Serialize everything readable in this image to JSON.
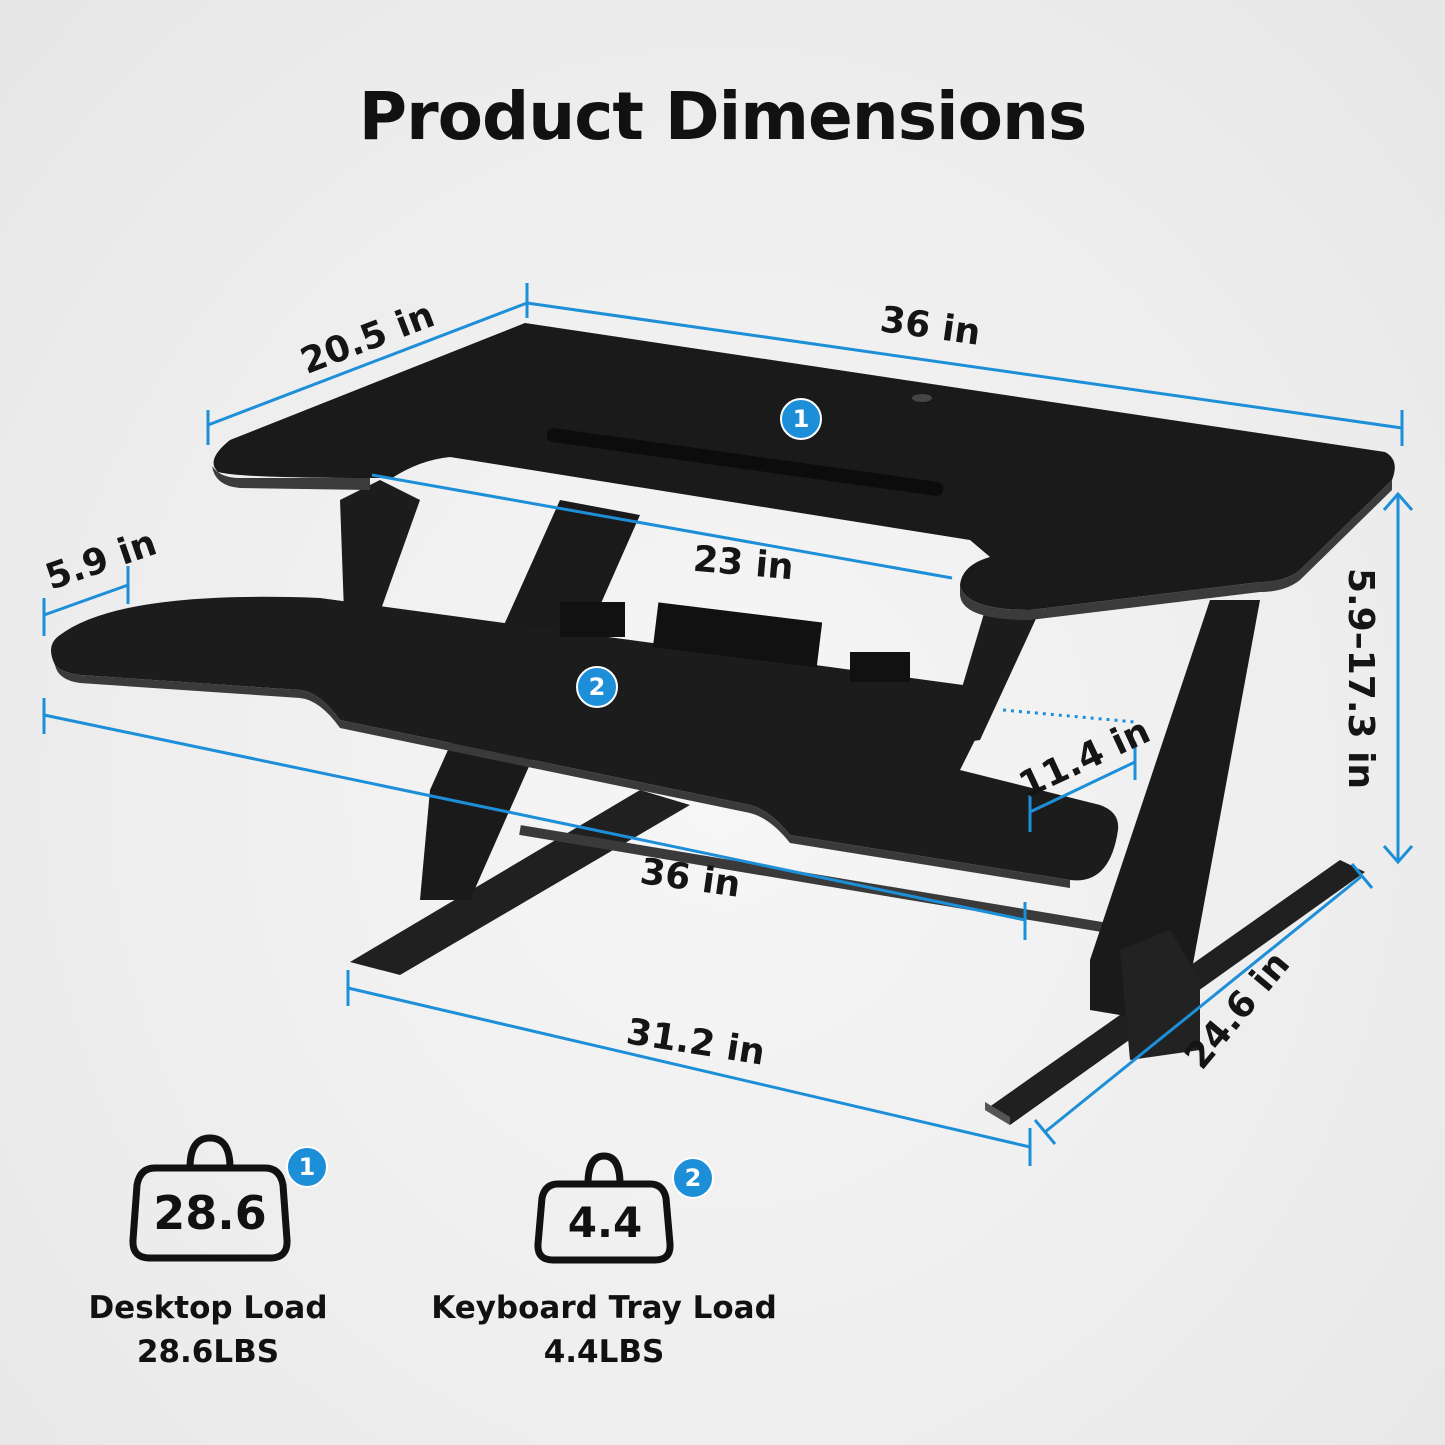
{
  "title": "Product Dimensions",
  "colors": {
    "dimension_line": "#1d8fd8",
    "desk": "#1b1b1b",
    "badge": "#1d8fd8",
    "background": "#ededed"
  },
  "dimensions": {
    "desktop_depth": "20.5 in",
    "desktop_width": "36 in",
    "cutout_width": "23 in",
    "tray_depth": "5.9 in",
    "height_range": "5.9–17.3 in",
    "tray_inner_depth": "11.4 in",
    "tray_width": "36 in",
    "base_width": "31.2 in",
    "base_depth": "24.6 in"
  },
  "markers": {
    "desktop": "1",
    "tray": "2"
  },
  "loads": [
    {
      "value": "28.6",
      "badge": "1",
      "label": "Desktop Load",
      "sub": "28.6LBS",
      "icon": "weight-bag-icon"
    },
    {
      "value": "4.4",
      "badge": "2",
      "label": "Keyboard Tray Load",
      "sub": "4.4LBS",
      "icon": "weight-bag-icon"
    }
  ]
}
